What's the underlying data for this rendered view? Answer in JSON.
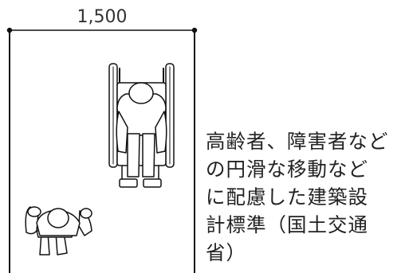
{
  "dimension": {
    "width_label": "1,500"
  },
  "caption": {
    "lines": [
      "高齢者、障害者など",
      "の円滑な移動など",
      "に配慮した建築設",
      "計標準（国土交通",
      "省）"
    ]
  },
  "figures": {
    "wheelchair_user": "wheelchair-user-figure",
    "walking_person": "walking-person-figure"
  },
  "colors": {
    "line": "#111111",
    "text": "#222222"
  }
}
